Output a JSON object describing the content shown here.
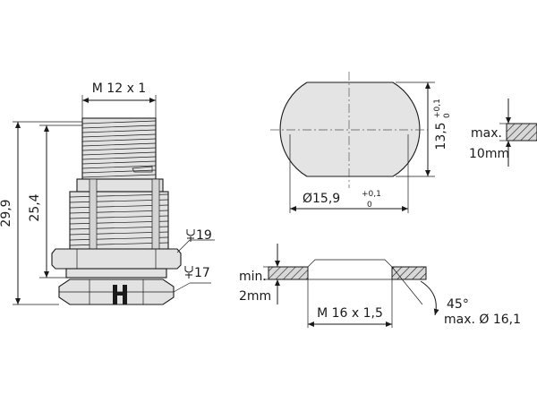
{
  "drawing": {
    "connector": {
      "thread_top": "M 12 x 1",
      "height_total": "29,9",
      "height_body": "25,4",
      "wrench_nut": "19",
      "wrench_hex": "17"
    },
    "panel_cutout": {
      "diameter": "Ø15,9",
      "diameter_tol_upper": "+0,1",
      "diameter_tol_lower": "0",
      "flat_width": "13,5",
      "flat_tol_upper": "+0,1",
      "flat_tol_lower": "0"
    },
    "panel_thickness": {
      "label": "max.",
      "value": "10mm"
    },
    "gasket": {
      "min_label": "min.",
      "min_value": "2mm",
      "thread": "M 16 x 1,5",
      "angle": "45°",
      "max_diameter": "max. Ø 16,1"
    },
    "symbols": {
      "wrench": "wrench-symbol"
    }
  }
}
